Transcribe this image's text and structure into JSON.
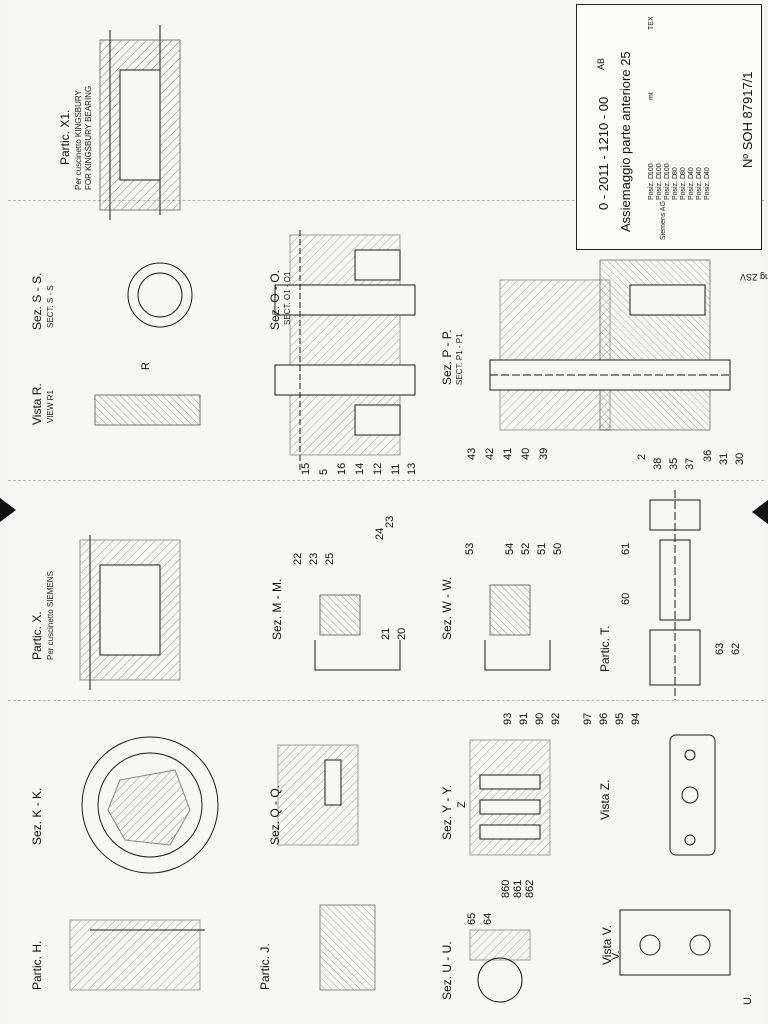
{
  "views": {
    "partic_h": "Partic. H.",
    "sez_k": "Sez. K - K.",
    "partic_x": "Partic. X.",
    "partic_x_sub": "Per cuscinetto SIEMENS",
    "vista_r": "Vista R.",
    "vista_r_sub": "VIEW R1",
    "sez_s": "Sez. S - S.",
    "sez_s_sub": "SECT. S - S",
    "partic_x1": "Partic. X1.",
    "partic_x1_sub1": "Per cuscinetto KINGSBURY",
    "partic_x1_sub2": "FOR KINGSBURY BEARING",
    "partic_j": "Partic. J.",
    "sez_q": "Sez. Q - Q.",
    "sez_m": "Sez. M - M.",
    "sez_o": "Sez. O - O.",
    "sez_o_sub": "SECT. O1 - O1",
    "sez_u": "Sez. U - U.",
    "sez_y": "Sez. Y - Y.",
    "sez_w": "Sez. W - W.",
    "sez_p": "Sez. P - P.",
    "sez_p_sub": "SECT. P1 - P1",
    "vista_v": "Vista V.",
    "vista_z": "Vista Z.",
    "partic_t": "Partic. T.",
    "arrow_r": "R",
    "arrow_z": "Z",
    "lagerung": "Lagerung ZSV",
    "pos_v": "V.",
    "pos_u": "U."
  },
  "titleblock": {
    "drawing_no": "0 - 2011 - 1210 - 00",
    "rev": "AB",
    "title": "Assiemaggio parte anteriore 25",
    "sheet_no": "Nº SOH 87917/1",
    "company": "Siemens AG",
    "row_labels": [
      "Posiz. D",
      "Posiz. D",
      "Posiz. D",
      "Posiz. D",
      "Posiz. D",
      "Posiz. D",
      "Posiz. D",
      "Posiz. D"
    ],
    "row_values": [
      "100",
      "100",
      "100",
      "80",
      "80",
      "40",
      "40",
      "40"
    ],
    "row_unit": "mt",
    "row_tex": "TEX"
  },
  "part_numbers": {
    "o": [
      "15",
      "5",
      "16",
      "14",
      "12",
      "11",
      "13"
    ],
    "p": [
      "43",
      "42",
      "41",
      "40",
      "39"
    ],
    "p2": [
      "2",
      "38",
      "35",
      "37",
      "36",
      "31",
      "30"
    ],
    "m": [
      "22",
      "23",
      "25",
      "24",
      "23",
      "21",
      "20"
    ],
    "w": [
      "53",
      "54",
      "52",
      "51",
      "50"
    ],
    "t": [
      "60",
      "61",
      "63",
      "62"
    ],
    "y": [
      "93",
      "91",
      "90",
      "92"
    ],
    "z": [
      "97",
      "96",
      "95",
      "94"
    ],
    "u": [
      "65",
      "64",
      "860",
      "861",
      "862"
    ]
  }
}
